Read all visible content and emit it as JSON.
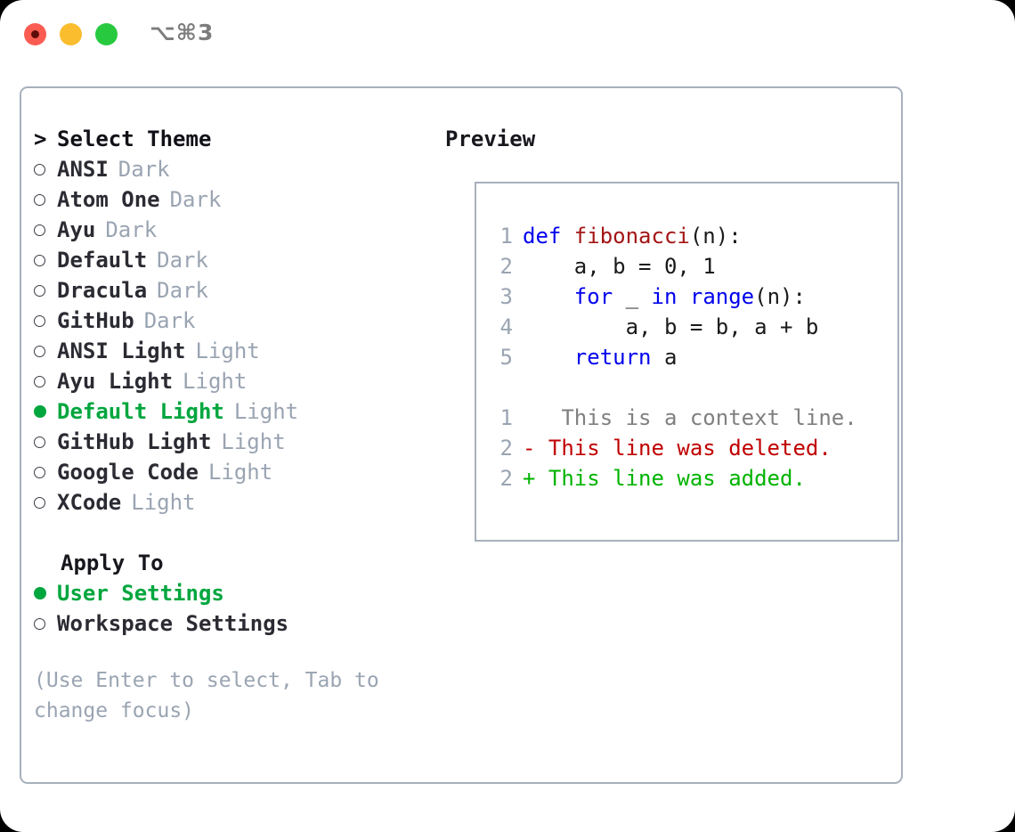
{
  "window": {
    "title_shortcut": "⌥⌘3",
    "traffic_lights": [
      {
        "name": "close-button",
        "color": "#fb5c52"
      },
      {
        "name": "minimize-button",
        "color": "#f9bd2e"
      },
      {
        "name": "maximize-button",
        "color": "#27c93f"
      }
    ]
  },
  "theme_picker": {
    "caret": ">",
    "heading": "Select Theme",
    "bullet_unselected": "○",
    "bullet_selected": "●",
    "items": [
      {
        "label": "ANSI",
        "tag": "Dark",
        "selected": false
      },
      {
        "label": "Atom One",
        "tag": "Dark",
        "selected": false
      },
      {
        "label": "Ayu",
        "tag": "Dark",
        "selected": false
      },
      {
        "label": "Default",
        "tag": "Dark",
        "selected": false
      },
      {
        "label": "Dracula",
        "tag": "Dark",
        "selected": false
      },
      {
        "label": "GitHub",
        "tag": "Dark",
        "selected": false
      },
      {
        "label": "ANSI Light",
        "tag": "Light",
        "selected": false
      },
      {
        "label": "Ayu Light",
        "tag": "Light",
        "selected": false
      },
      {
        "label": "Default Light",
        "tag": "Light",
        "selected": true
      },
      {
        "label": "GitHub Light",
        "tag": "Light",
        "selected": false
      },
      {
        "label": "Google Code",
        "tag": "Light",
        "selected": false
      },
      {
        "label": "XCode",
        "tag": "Light",
        "selected": false
      }
    ]
  },
  "apply_to": {
    "title": "Apply To",
    "options": [
      {
        "label": "User Settings",
        "selected": true
      },
      {
        "label": "Workspace Settings",
        "selected": false
      }
    ]
  },
  "hint": "(Use Enter to select, Tab to change focus)",
  "preview": {
    "title": "Preview",
    "code_lines": [
      {
        "num": "1",
        "tokens": [
          {
            "t": "def ",
            "c": "kw"
          },
          {
            "t": "fibonacci",
            "c": "fn"
          },
          {
            "t": "(n):",
            "c": "pl"
          }
        ]
      },
      {
        "num": "2",
        "tokens": [
          {
            "t": "    a, b = 0, 1",
            "c": "pl"
          }
        ]
      },
      {
        "num": "3",
        "tokens": [
          {
            "t": "    ",
            "c": "pl"
          },
          {
            "t": "for",
            "c": "kw"
          },
          {
            "t": " _ ",
            "c": "pl"
          },
          {
            "t": "in",
            "c": "kw"
          },
          {
            "t": " ",
            "c": "pl"
          },
          {
            "t": "range",
            "c": "kw"
          },
          {
            "t": "(n):",
            "c": "pl"
          }
        ]
      },
      {
        "num": "4",
        "tokens": [
          {
            "t": "        a, b = b, a + b",
            "c": "pl"
          }
        ]
      },
      {
        "num": "5",
        "tokens": [
          {
            "t": "    ",
            "c": "pl"
          },
          {
            "t": "return",
            "c": "kw"
          },
          {
            "t": " a",
            "c": "pl"
          }
        ]
      }
    ],
    "diff_lines": [
      {
        "num": "1",
        "marker": " ",
        "text": "  This is a context line.",
        "kind": "ctx"
      },
      {
        "num": "2",
        "marker": "-",
        "text": " This line was deleted.",
        "kind": "del"
      },
      {
        "num": "2",
        "marker": "+",
        "text": " This line was added.",
        "kind": "add"
      }
    ]
  },
  "colors": {
    "accent_green": "#00a63e",
    "diff_add": "#00b300",
    "diff_delete": "#c00000",
    "keyword_blue": "#0000ee",
    "function_red": "#a31515",
    "muted": "#9aa4b2",
    "border": "#a7b0bd"
  }
}
